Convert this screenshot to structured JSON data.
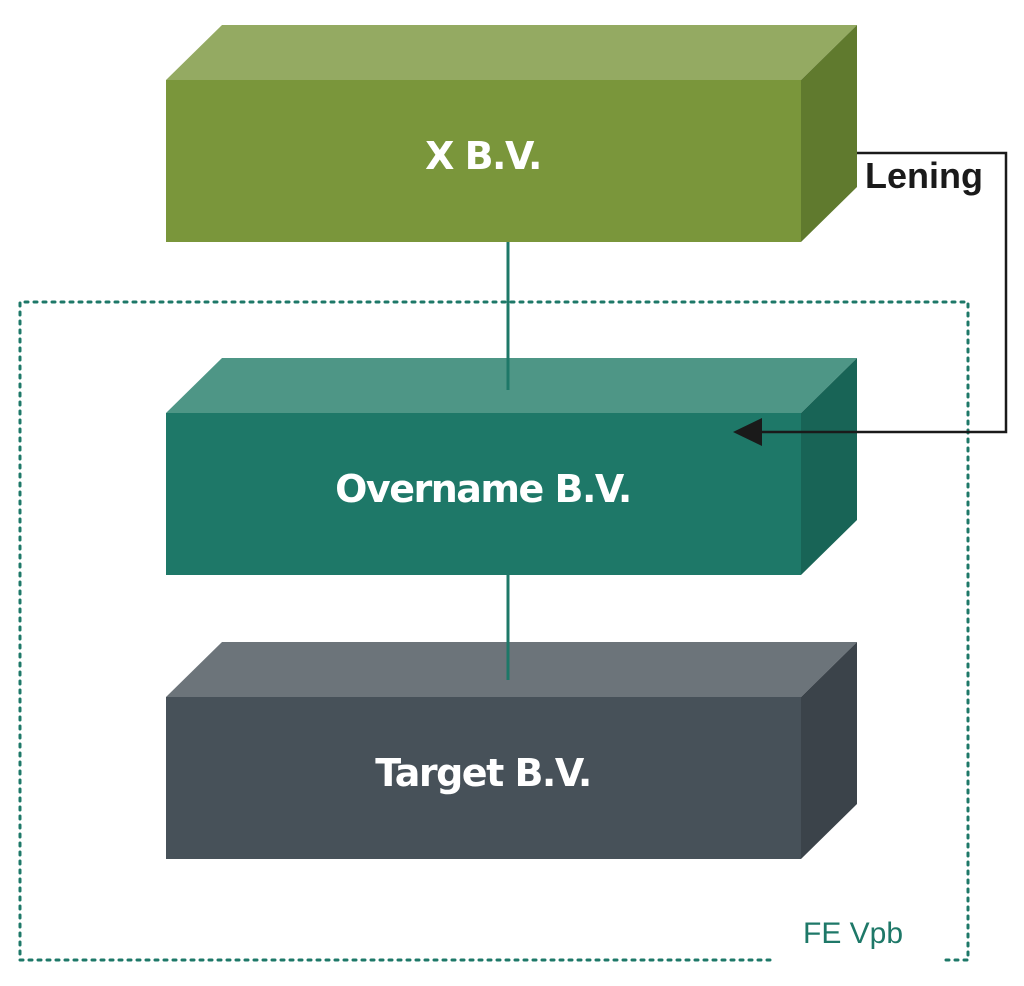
{
  "entities": [
    {
      "id": "x-bv",
      "label": "X B.V.",
      "colors": {
        "front": "#7a963b",
        "top": "#94aa62",
        "side": "#607a2e"
      }
    },
    {
      "id": "overname-bv",
      "label": "Overname B.V.",
      "colors": {
        "front": "#1e7868",
        "top": "#4e9686",
        "side": "#186456"
      }
    },
    {
      "id": "target-bv",
      "label": "Target B.V.",
      "colors": {
        "front": "#475159",
        "top": "#6c747a",
        "side": "#3b434a"
      }
    }
  ],
  "loan": {
    "label": "Lening",
    "from": "x-bv",
    "to": "overname-bv",
    "color": "#1a1a1a"
  },
  "group": {
    "label": "FE Vpb",
    "color": "#1e7868"
  },
  "connector_color": "#1e7868"
}
